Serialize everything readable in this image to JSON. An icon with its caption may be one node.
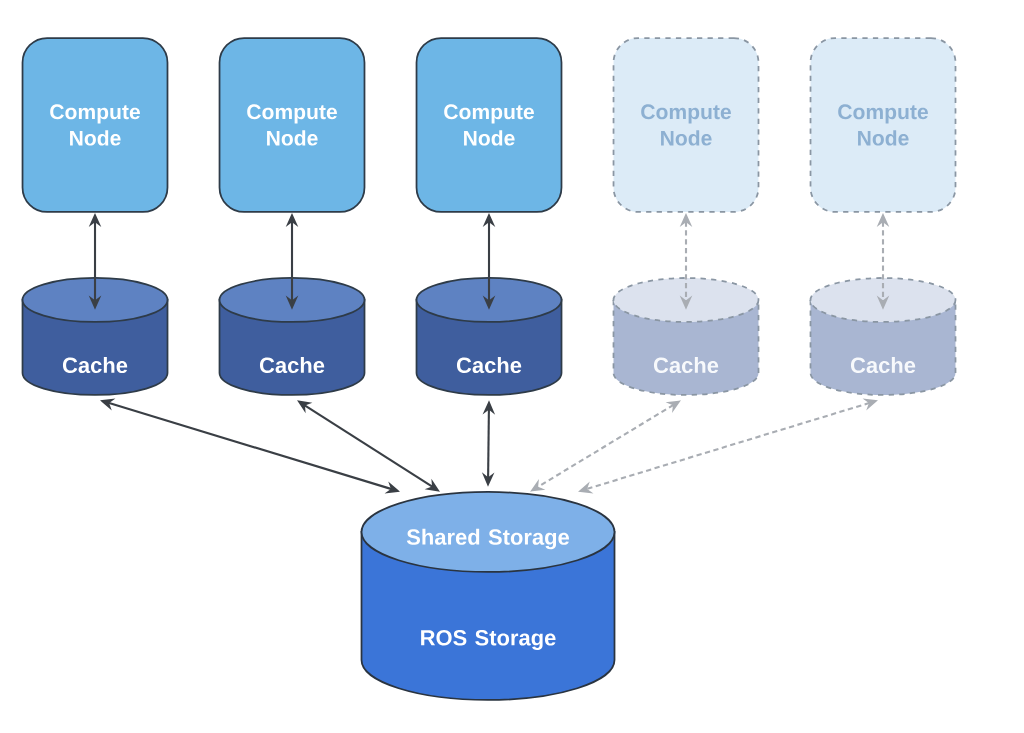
{
  "diagram": {
    "nodes": [
      {
        "text": [
          "Compute Node"
        ]
      },
      {
        "text": [
          "Compute Node"
        ]
      },
      {
        "text": [
          "Compute Node"
        ]
      },
      {
        "text": [
          "Compute Node"
        ]
      },
      {
        "text": [
          "Compute Node"
        ]
      },
      {
        "text": [
          "Cache"
        ]
      },
      {
        "text": [
          "Cache"
        ]
      },
      {
        "text": [
          "Cache"
        ]
      },
      {
        "text": [
          "Cache"
        ]
      },
      {
        "text": [
          "Cache"
        ]
      },
      {
        "text": [
          "Shared Storage",
          "ROS Storage"
        ]
      }
    ],
    "edges": [
      {
        "from": 0,
        "to": 5,
        "arrow": "both"
      },
      {
        "from": 1,
        "to": 6,
        "arrow": "both"
      },
      {
        "from": 2,
        "to": 7,
        "arrow": "both"
      },
      {
        "from": 3,
        "to": 8,
        "arrow": "both",
        "style": "dashed",
        "color": "#a9adb3"
      },
      {
        "from": 4,
        "to": 9,
        "arrow": "both",
        "style": "dashed",
        "color": "#a9adb3"
      },
      {
        "from": 5,
        "to": 10,
        "arrow": "both"
      },
      {
        "from": 6,
        "to": 10,
        "arrow": "both"
      },
      {
        "from": 7,
        "to": 10,
        "arrow": "both"
      },
      {
        "from": 8,
        "to": 10,
        "arrow": "both",
        "style": "dashed",
        "color": "#a9adb3"
      },
      {
        "from": 9,
        "to": 10,
        "arrow": "both",
        "style": "dashed",
        "color": "#a9adb3"
      }
    ]
  }
}
